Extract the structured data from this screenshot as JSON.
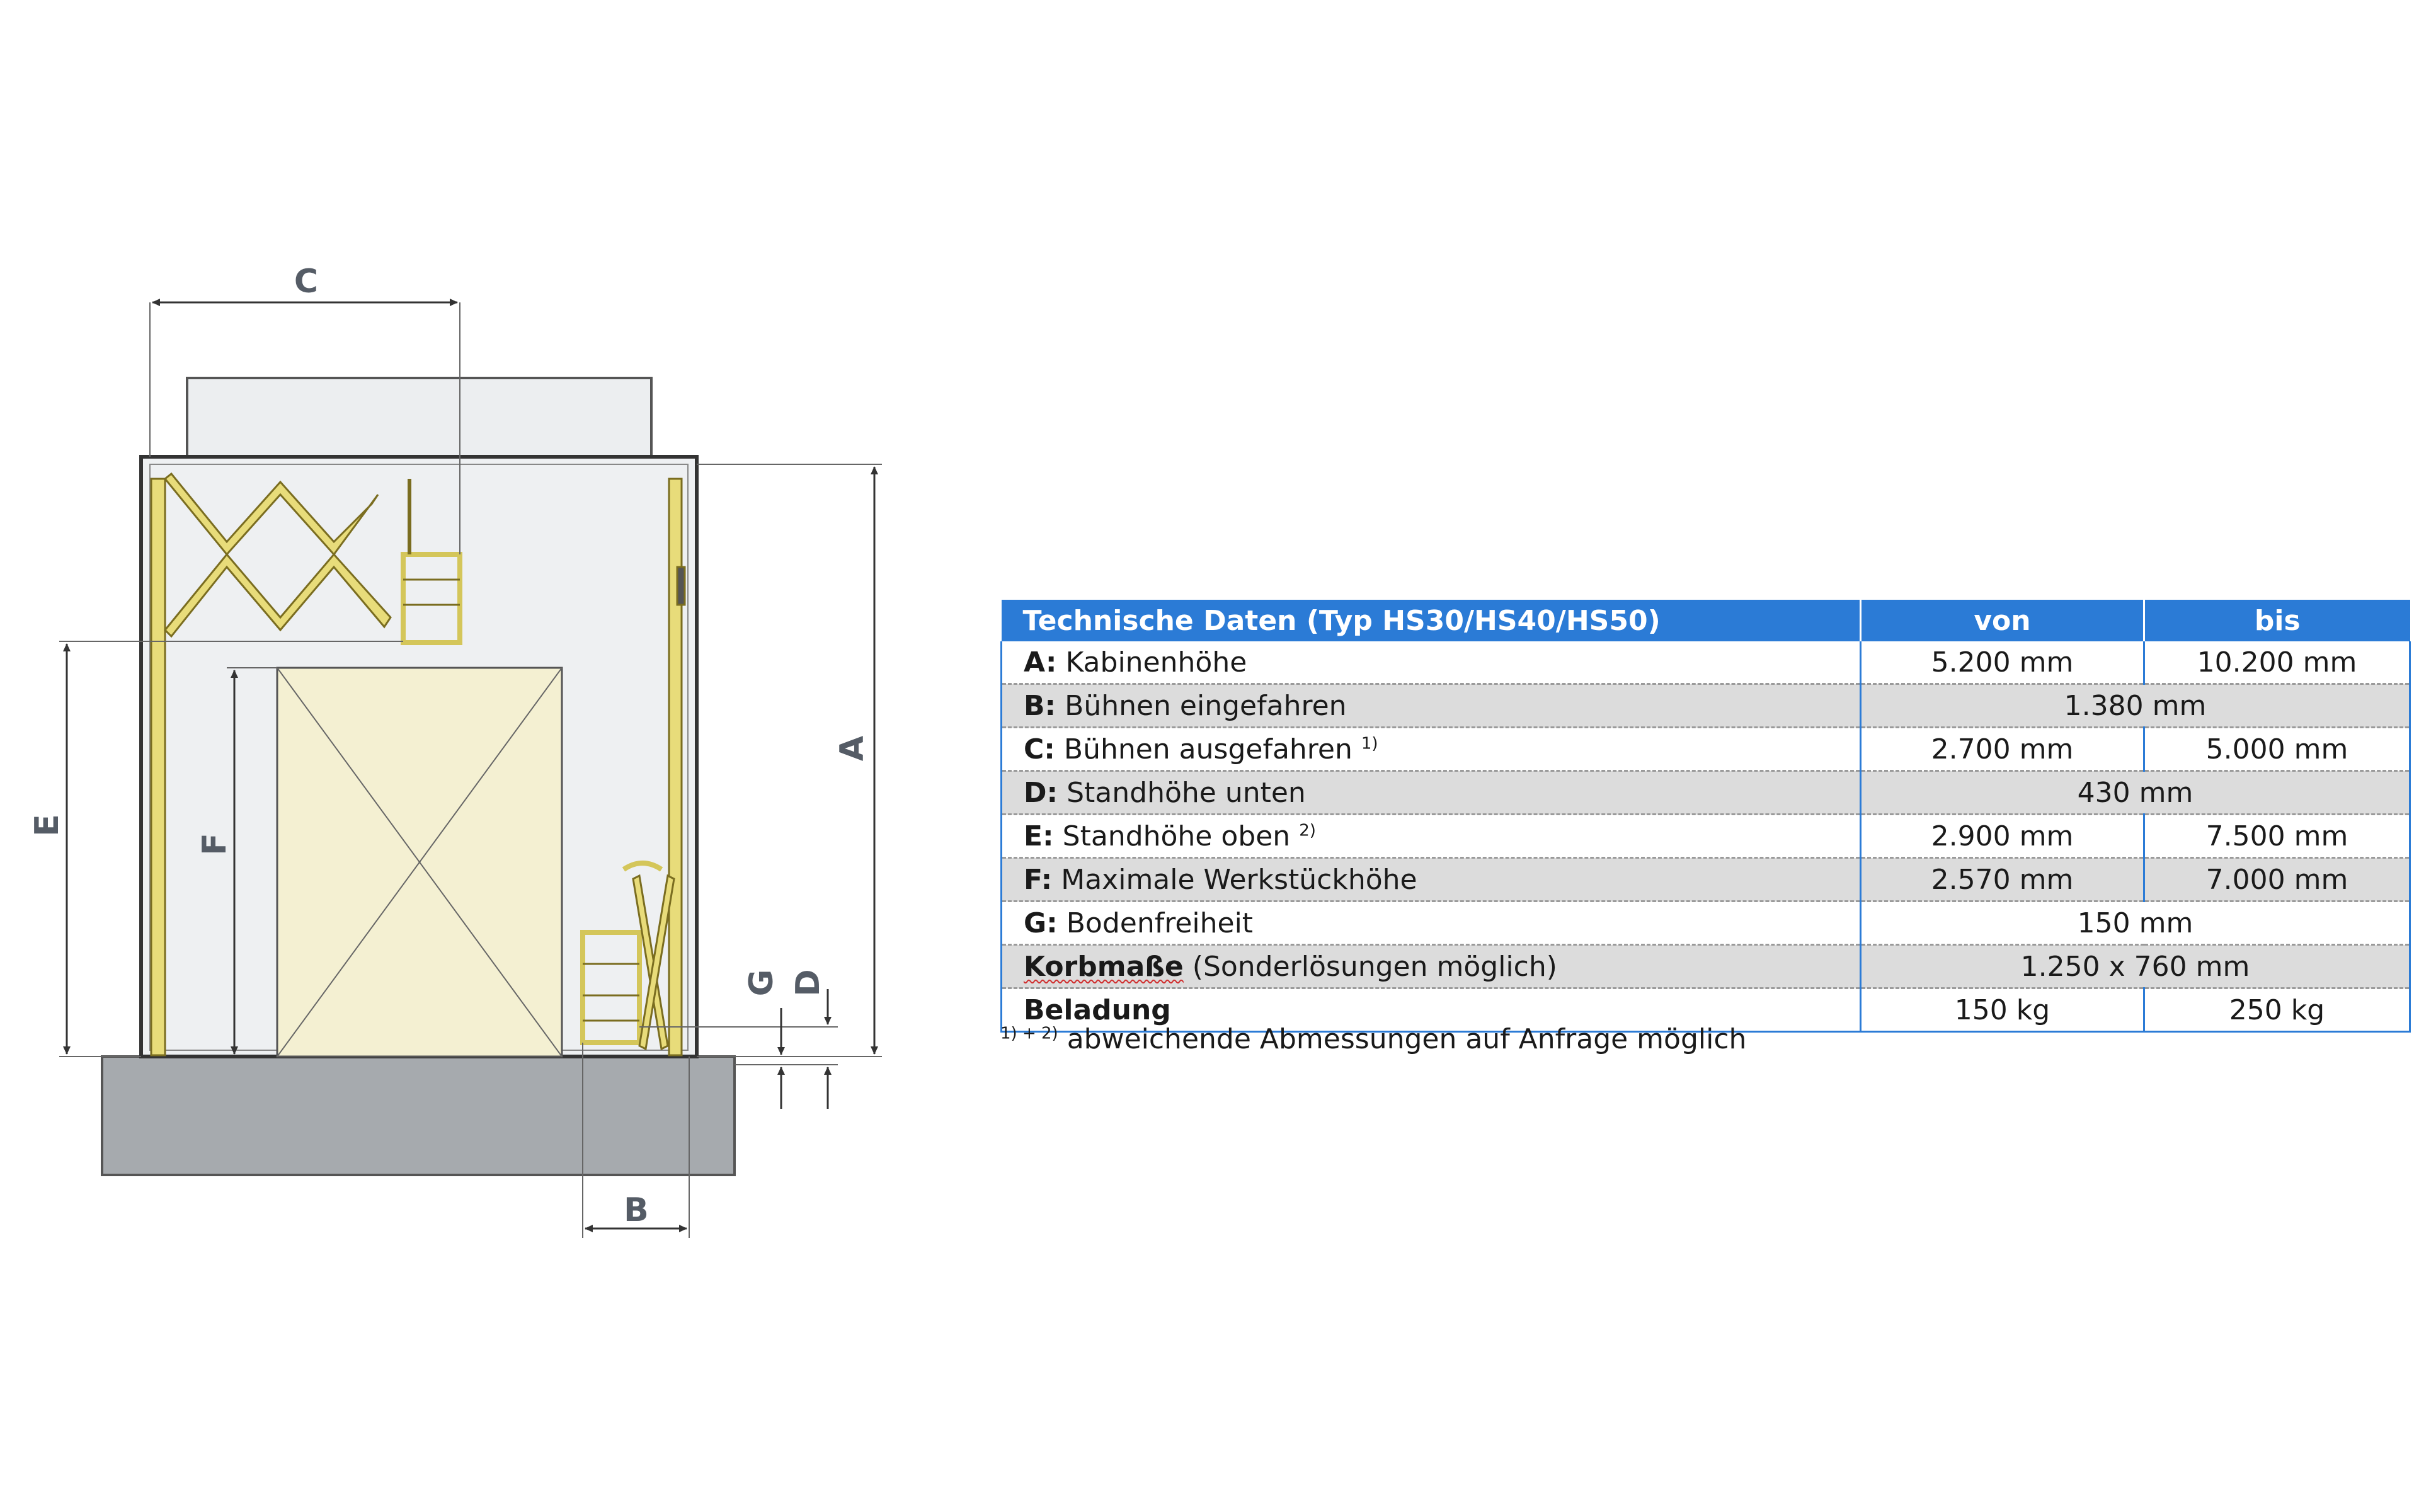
{
  "diagram": {
    "labels": {
      "a": "A",
      "b": "B",
      "c": "C",
      "d": "D",
      "e": "E",
      "f": "F",
      "g": "G"
    }
  },
  "table": {
    "header": {
      "title": "Technische Daten (Typ HS30/HS40/HS50)",
      "from": "von",
      "to": "bis"
    },
    "rows": [
      {
        "key": "A:",
        "label": "Kabinenhöhe",
        "sup": "",
        "from": "5.200 mm",
        "to": "10.200 mm",
        "merged": ""
      },
      {
        "key": "B:",
        "label": "Bühnen eingefahren",
        "sup": "",
        "from": "",
        "to": "",
        "merged": "1.380 mm"
      },
      {
        "key": "C:",
        "label": "Bühnen ausgefahren",
        "sup": "1)",
        "from": "2.700 mm",
        "to": "5.000 mm",
        "merged": ""
      },
      {
        "key": "D:",
        "label": "Standhöhe unten",
        "sup": "",
        "from": "",
        "to": "",
        "merged": "430 mm"
      },
      {
        "key": "E:",
        "label": "Standhöhe oben",
        "sup": "2)",
        "from": "2.900 mm",
        "to": "7.500 mm",
        "merged": ""
      },
      {
        "key": "F:",
        "label": "Maximale Werkstückhöhe",
        "sup": "",
        "from": "2.570 mm",
        "to": "7.000 mm",
        "merged": ""
      },
      {
        "key": "G:",
        "label": "Bodenfreiheit",
        "sup": "",
        "from": "",
        "to": "",
        "merged": "150 mm"
      },
      {
        "key": "Korbmaße",
        "label": "(Sonderlösungen möglich)",
        "sup": "",
        "from": "",
        "to": "",
        "merged": "1.250 x 760 mm"
      },
      {
        "key": "Beladung",
        "label": "",
        "sup": "",
        "from": "150 kg",
        "to": "250 kg",
        "merged": ""
      }
    ],
    "footnote": {
      "marker": "1) + 2)",
      "text": "abweichende Abmessungen auf Anfrage möglich"
    }
  },
  "colors": {
    "header_blue": "#2b7bd6",
    "row_shade": "#dcdcdc",
    "platform_yellow": "#e8dc7a",
    "cabin_fill": "#eef0f2",
    "floor_gray": "#a6aaae"
  }
}
